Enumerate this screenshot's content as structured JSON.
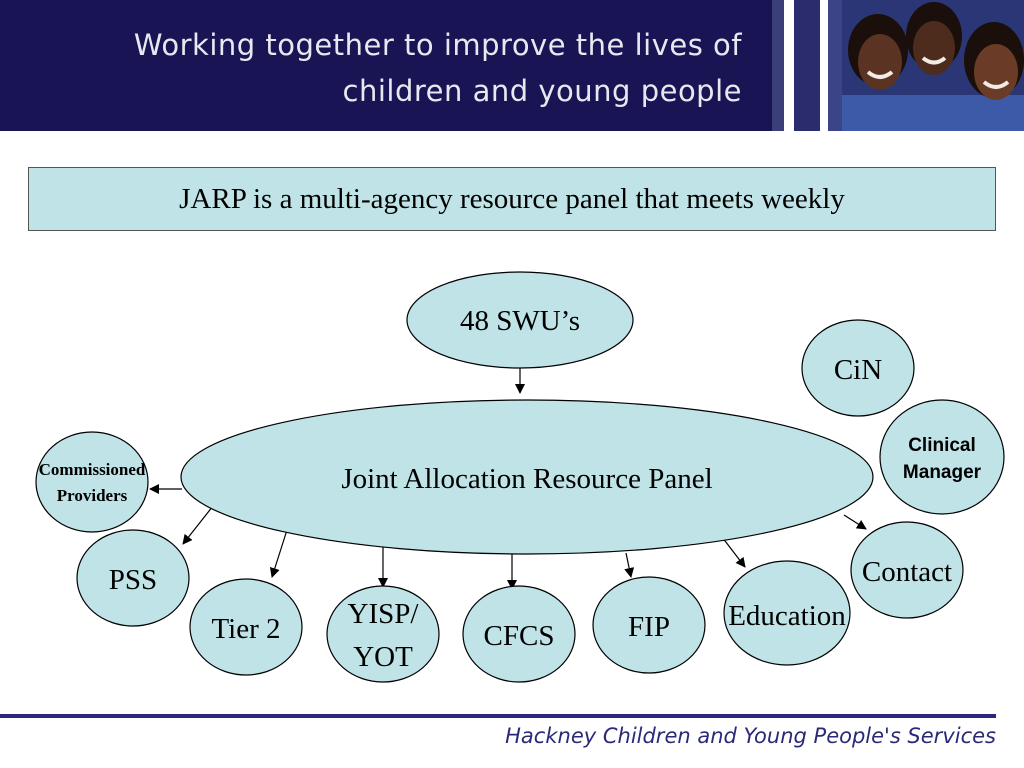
{
  "header": {
    "title_line1": "Working together to improve the lives of",
    "title_line2": "children and young people",
    "background": "#191554"
  },
  "banner": {
    "text": "JARP is a multi-agency resource panel that meets weekly",
    "background": "#bfe3e6"
  },
  "diagram": {
    "node_fill": "#bfe3e6",
    "central": "Joint Allocation Resource Panel",
    "source": "48 SWU’s",
    "side_nodes": {
      "cin": "CiN",
      "clinical_manager_line1": "Clinical",
      "clinical_manager_line2": "Manager",
      "commissioned_line1": "Commissioned",
      "commissioned_line2": "Providers"
    },
    "outputs": {
      "pss": "PSS",
      "tier2": "Tier 2",
      "yisp_line1": "YISP/",
      "yisp_line2": "YOT",
      "cfcs": "CFCS",
      "fip": "FIP",
      "education": "Education",
      "contact": "Contact"
    }
  },
  "footer": {
    "text": "Hackney Children and Young People's Services",
    "color": "#2c2a78"
  }
}
